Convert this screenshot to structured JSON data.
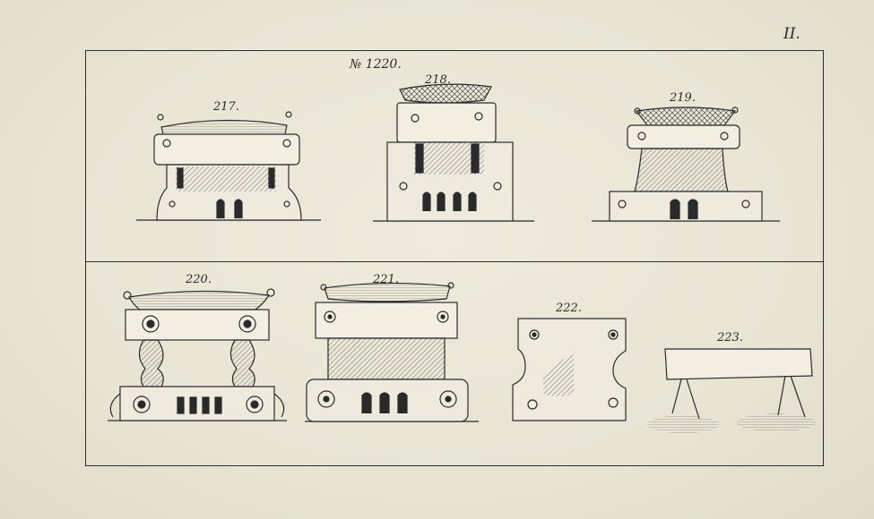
{
  "plate": {
    "number": "II."
  },
  "header": {
    "label": "№ 1220."
  },
  "figures": [
    {
      "id": "fig-217",
      "label": "217."
    },
    {
      "id": "fig-218",
      "label": "218."
    },
    {
      "id": "fig-219",
      "label": "219."
    },
    {
      "id": "fig-220",
      "label": "220."
    },
    {
      "id": "fig-221",
      "label": "221."
    },
    {
      "id": "fig-222",
      "label": "222."
    },
    {
      "id": "fig-223",
      "label": "223."
    }
  ]
}
